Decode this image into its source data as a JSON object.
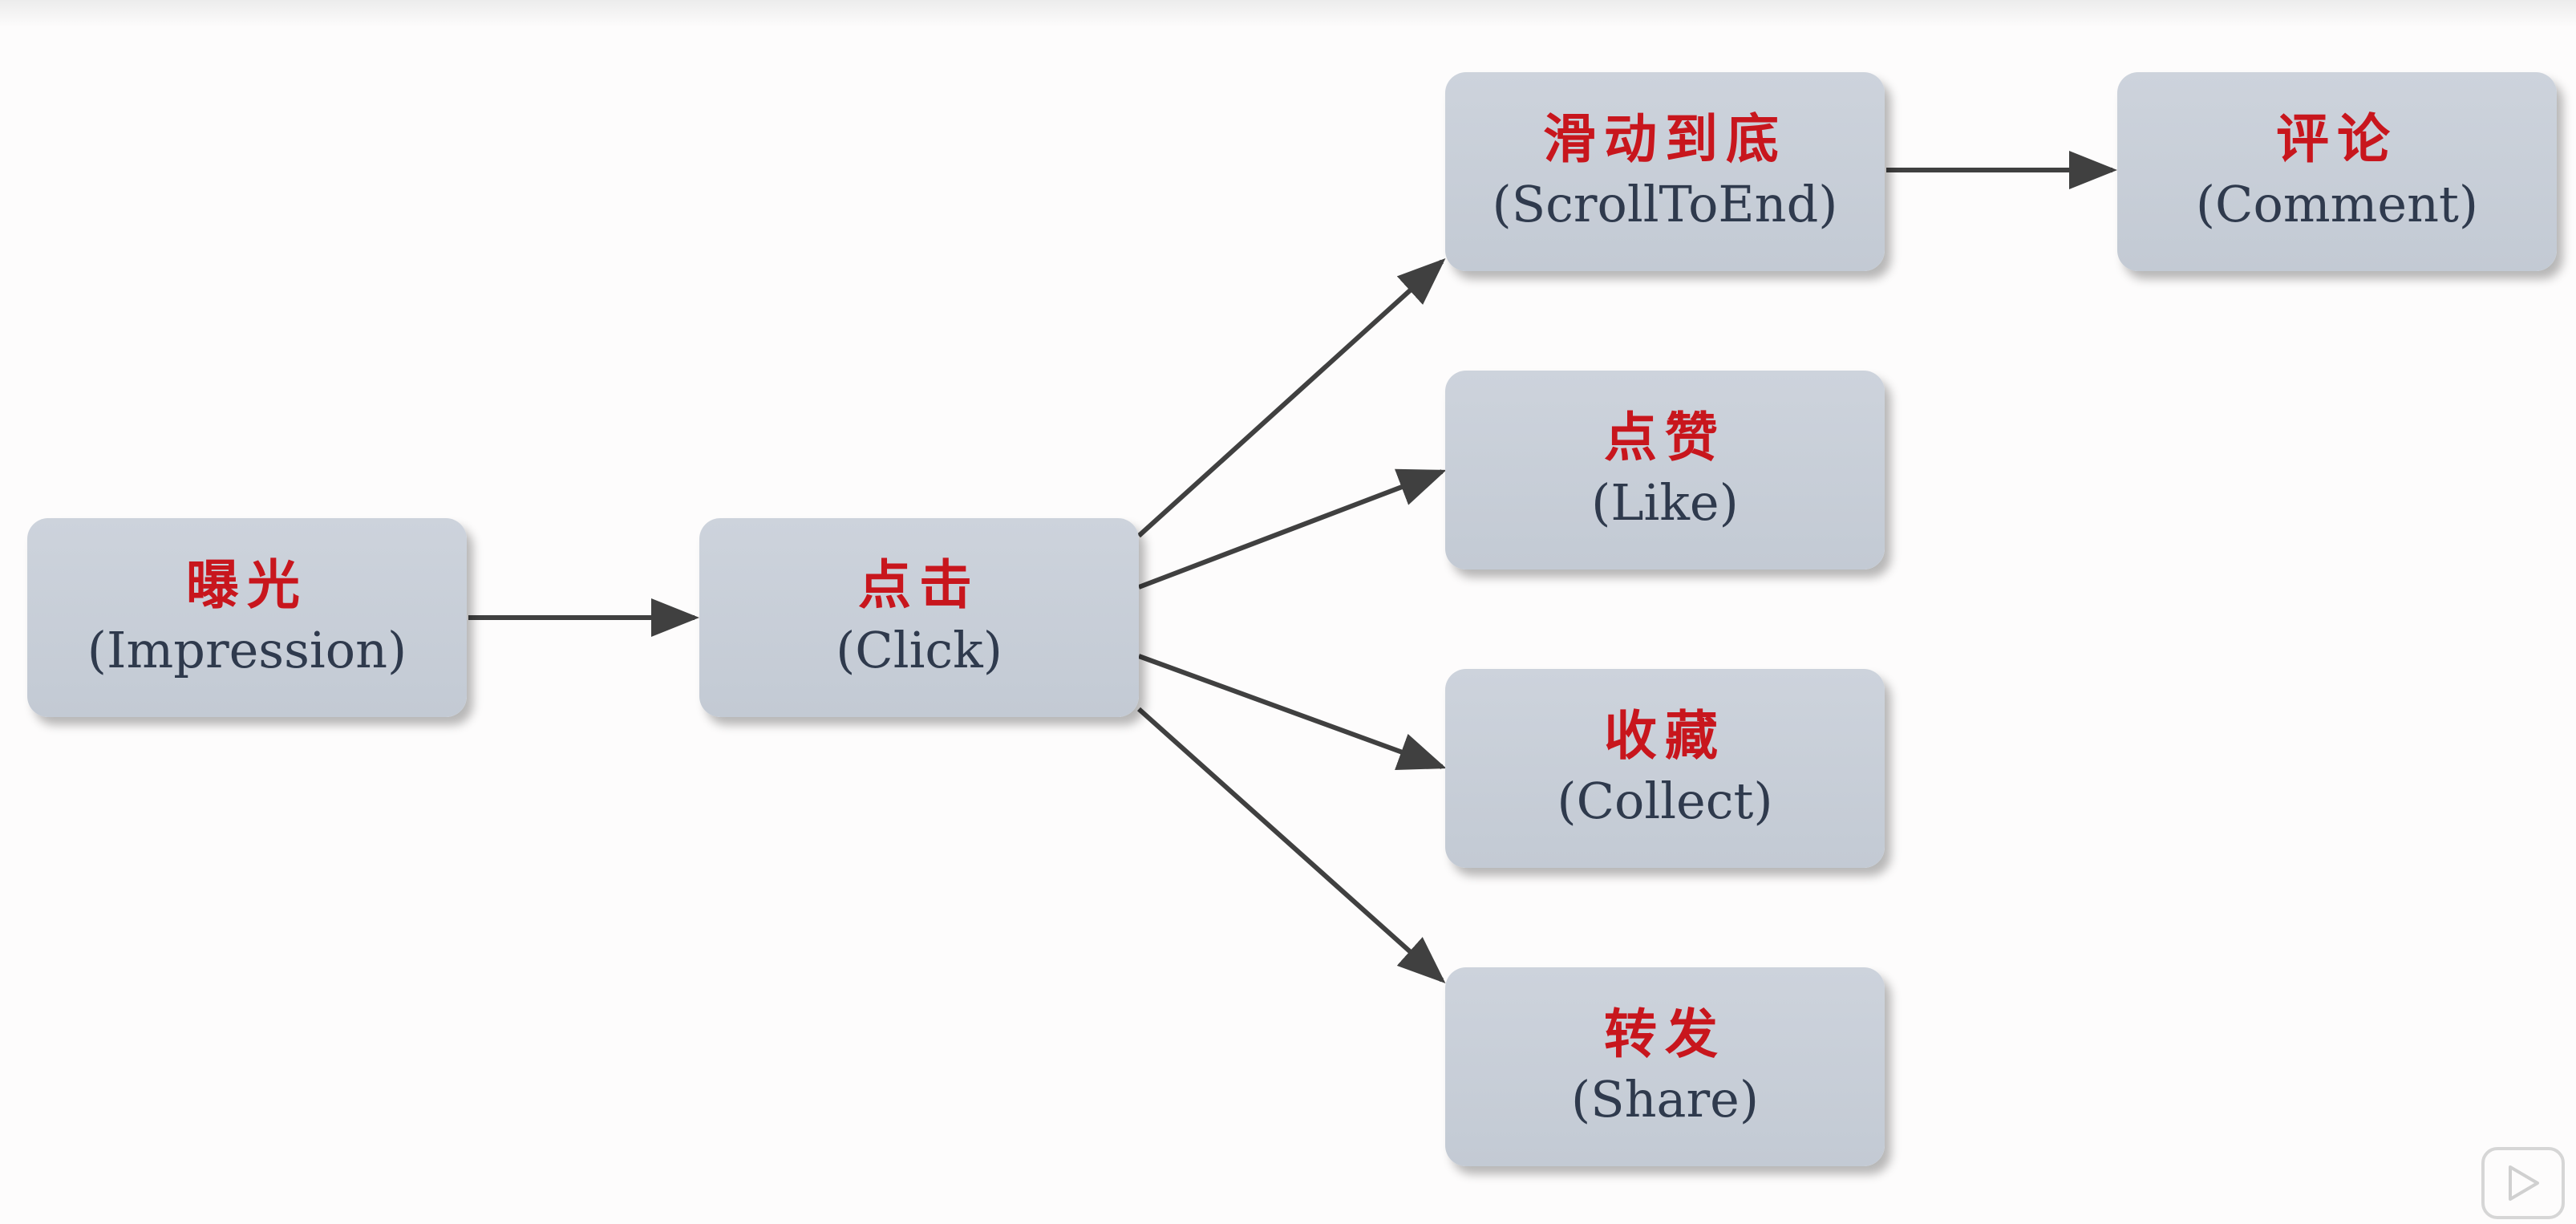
{
  "nodes": {
    "impression": {
      "zh": "曝光",
      "en": "(Impression)"
    },
    "click": {
      "zh": "点击",
      "en": "(Click)"
    },
    "scroll_to_end": {
      "zh": "滑动到底",
      "en": "(ScrollToEnd)"
    },
    "comment": {
      "zh": "评论",
      "en": "(Comment)"
    },
    "like": {
      "zh": "点赞",
      "en": "(Like)"
    },
    "collect": {
      "zh": "收藏",
      "en": "(Collect)"
    },
    "share": {
      "zh": "转发",
      "en": "(Share)"
    }
  },
  "edges": [
    [
      "impression",
      "click"
    ],
    [
      "click",
      "scroll_to_end"
    ],
    [
      "click",
      "like"
    ],
    [
      "click",
      "collect"
    ],
    [
      "click",
      "share"
    ],
    [
      "scroll_to_end",
      "comment"
    ]
  ],
  "colors": {
    "node_fill": "#c7cdd7",
    "chinese_text": "#c8161d",
    "english_text": "#2f3a4d",
    "arrow": "#404040"
  },
  "icons": {
    "player_control": "play-icon"
  }
}
